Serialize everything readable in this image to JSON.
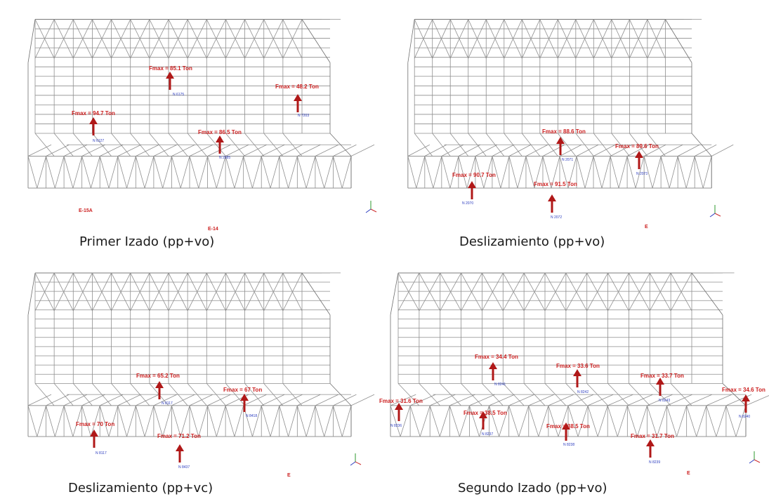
{
  "colors": {
    "load_text": "#cc1f1f",
    "arrow": "#b01818",
    "node_text": "#2a3bbf",
    "structure": "#8e8e8e"
  },
  "panels": [
    {
      "caption": "Primer Izado (pp+vo)",
      "loads": [
        {
          "label": "Fmax = 85.1 Ton",
          "node": "N 6175"
        },
        {
          "label": "Fmax = 48.2 Ton",
          "node": "N 7203"
        },
        {
          "label": "Fmax = 94.7 Ton",
          "node": "N 6127"
        },
        {
          "label": "Fmax = 86.5 Ton",
          "node": "N 2085"
        }
      ],
      "markers": [
        "E-15A",
        "E-14"
      ]
    },
    {
      "caption": "Deslizamiento (pp+vo)",
      "loads": [
        {
          "label": "Fmax = 88.6 Ton",
          "node": "N 2071"
        },
        {
          "label": "Fmax = 89.6 Ton",
          "node": "N 2073"
        },
        {
          "label": "Fmax = 90.7 Ton",
          "node": "N 2070"
        },
        {
          "label": "Fmax = 91.5 Ton",
          "node": "N 2072"
        }
      ],
      "markers": [
        "E"
      ]
    },
    {
      "caption": "Deslizamiento (pp+vc)",
      "loads": [
        {
          "label": "Fmax = 65.2 Ton",
          "node": "N 8117"
        },
        {
          "label": "Fmax = 67 Ton",
          "node": "N 8418"
        },
        {
          "label": "Fmax = 70 Ton",
          "node": "N 8117"
        },
        {
          "label": "Fmax = 71.2 Ton",
          "node": "N 8437"
        }
      ],
      "markers": [
        "E"
      ]
    },
    {
      "caption": "Segundo Izado (pp+vo)",
      "loads": [
        {
          "label": "Fmax = 34.4 Ton",
          "node": "N 8241"
        },
        {
          "label": "Fmax = 33.6 Ton",
          "node": "N 8242"
        },
        {
          "label": "Fmax = 33.7 Ton",
          "node": "N 8243"
        },
        {
          "label": "Fmax = 34.6 Ton",
          "node": "N 8240"
        },
        {
          "label": "Fmax = 31.6 Ton",
          "node": "N 8236"
        },
        {
          "label": "Fmax = 38.5 Ton",
          "node": "N 8237"
        },
        {
          "label": "Fmax = 38.5 Ton",
          "node": "N 8238"
        },
        {
          "label": "Fmax = 31.7 Ton",
          "node": "N 8239"
        }
      ],
      "markers": [
        "E"
      ]
    }
  ]
}
